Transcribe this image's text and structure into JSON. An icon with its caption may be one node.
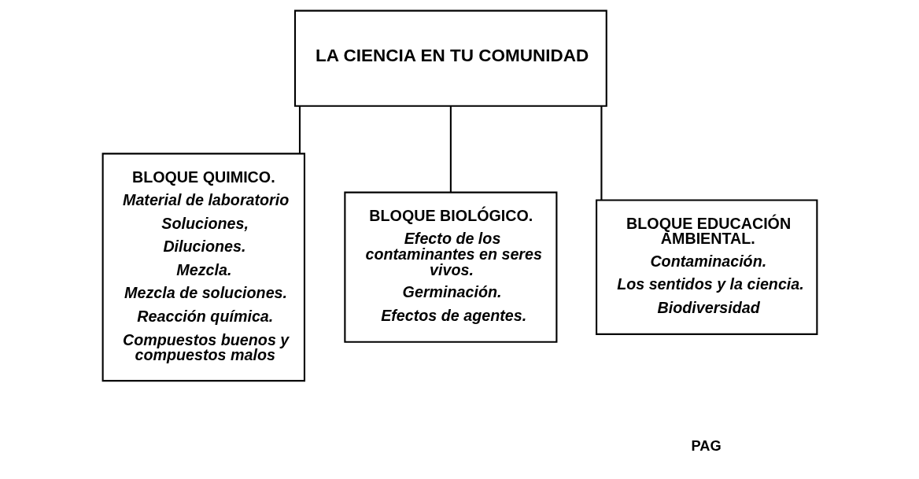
{
  "diagram": {
    "nodes": [
      {
        "text": [
          "LA CIENCIA EN TU COMUNIDAD"
        ]
      },
      {
        "text": [
          "BLOQUE QUIMICO.",
          "Material de laboratorio",
          "Soluciones,",
          "Diluciones.",
          "Mezcla.",
          "Mezcla de soluciones.",
          "Reacción química.",
          "Compuestos buenos y compuestos malos"
        ]
      },
      {
        "text": [
          "BLOQUE BIOLÓGICO.",
          "Efecto de los contaminantes en seres vivos.",
          "Germinación.",
          "Efectos de agentes."
        ]
      },
      {
        "text": [
          "BLOQUE EDUCACIÓN AMBIENTAL.",
          "Contaminación.",
          "Los sentidos y la ciencia.",
          "Biodiversidad"
        ]
      }
    ],
    "edges": [
      {
        "from": 0,
        "to": 1,
        "arrow": "none"
      },
      {
        "from": 0,
        "to": 2,
        "arrow": "none"
      },
      {
        "from": 0,
        "to": 3,
        "arrow": "none"
      }
    ],
    "labels": [
      "PAG"
    ]
  }
}
